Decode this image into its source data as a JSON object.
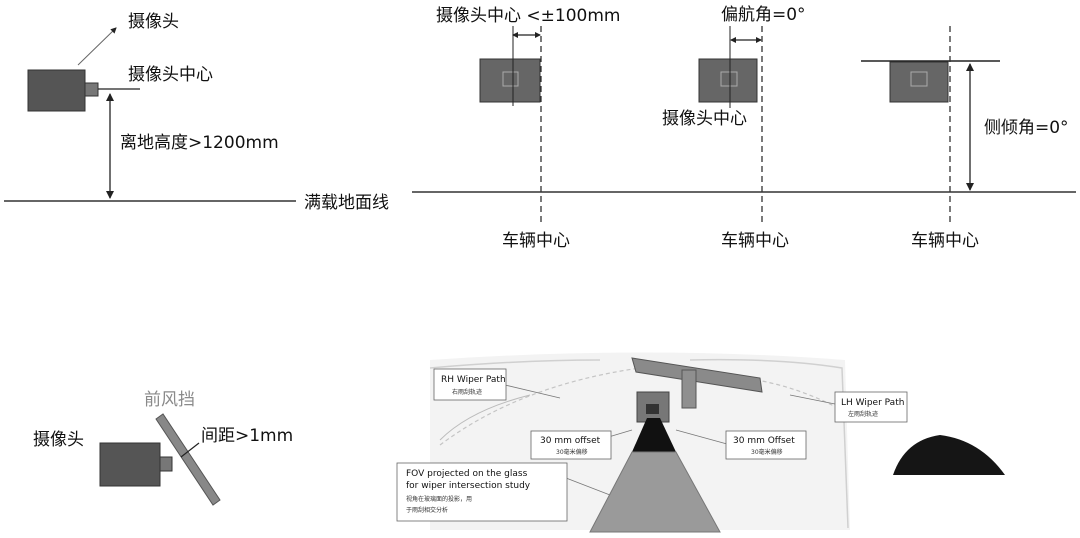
{
  "labels": {
    "camera": "摄像头",
    "camera_center": "摄像头中心",
    "height_rule": "离地高度>1200mm",
    "ground_line": "满载地面线",
    "offset_rule": "摄像头中心 <±100mm",
    "yaw_rule": "偏航角=0°",
    "yaw_camera_center": "摄像头中心",
    "roll_rule": "侧倾角=0°",
    "vehicle_center_1": "车辆中心",
    "vehicle_center_2": "车辆中心",
    "vehicle_center_3": "车辆中心",
    "windshield": "前风挡",
    "camera_2": "摄像头",
    "gap_rule": "间距>1mm"
  },
  "photo": {
    "rh_wiper_path": "RH Wiper Path",
    "rh_wiper_path_cn": "右雨刮轨迹",
    "offset_30_left": "30 mm offset",
    "offset_30_left_cn": "30毫米偏移",
    "offset_30_right": "30 mm Offset",
    "offset_30_right_cn": "30毫米偏移",
    "lh_wiper_path": "LH Wiper Path",
    "lh_wiper_path_cn": "左雨刮轨迹",
    "fov_line1": "FOV projected on the glass",
    "fov_line2": "for wiper intersection study",
    "fov_cn_line1": "视角在玻璃面的投影，用",
    "fov_cn_line2": "于雨刮相交分析"
  }
}
